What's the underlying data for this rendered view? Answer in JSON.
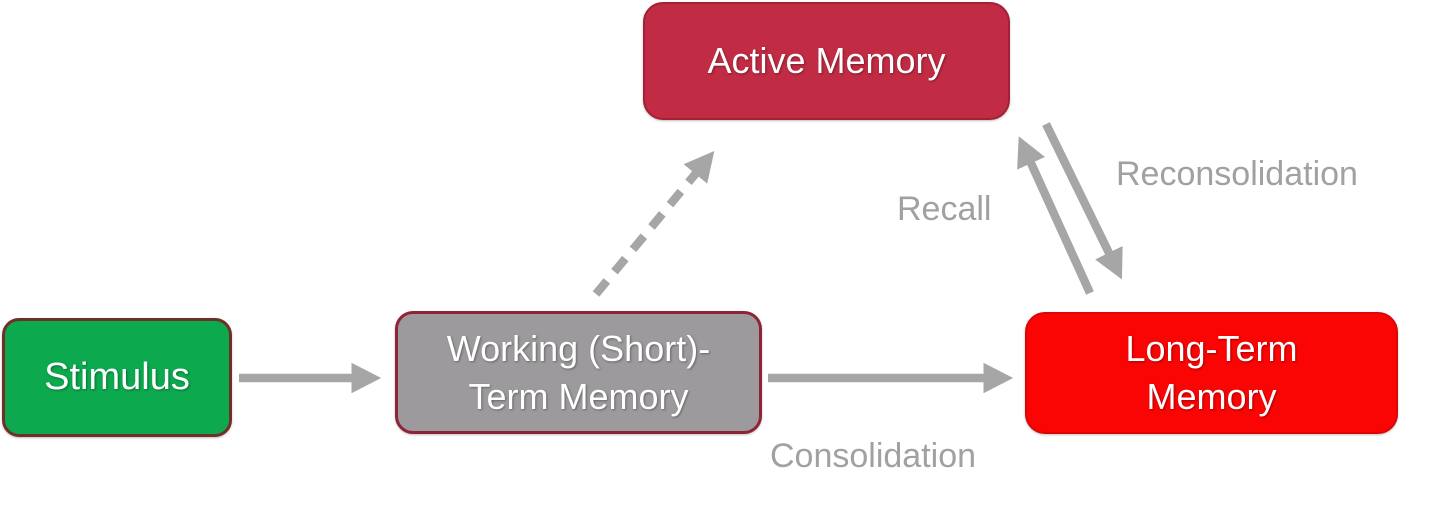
{
  "diagram": {
    "background": "#ffffff",
    "arrow_color": "#a6a6a6",
    "label_color": "#a1a1a1",
    "nodes": {
      "active_memory": {
        "label": "Active Memory",
        "fill": "#c12b43",
        "border": "#a32038",
        "text_color": "#ffffff"
      },
      "stimulus": {
        "label": "Stimulus",
        "fill": "#0ca94e",
        "border": "#70302a",
        "text_color": "#ffffff"
      },
      "working_memory": {
        "label_line1": "Working (Short)-",
        "label_line2": "Term Memory",
        "fill": "#9c9a9c",
        "border": "#8e2537",
        "text_color": "#ffffff"
      },
      "long_term_memory": {
        "label_line1": "Long-Term",
        "label_line2": "Memory",
        "fill": "#fb0404",
        "border": "#dd0606",
        "text_color": "#ffffff"
      }
    },
    "edges": {
      "stimulus_to_working": {
        "style": "solid",
        "label": ""
      },
      "working_to_long_term": {
        "style": "solid",
        "label": "Consolidation"
      },
      "working_to_active": {
        "style": "dashed",
        "label": ""
      },
      "long_term_to_active": {
        "style": "solid",
        "label": "Recall"
      },
      "active_to_long_term": {
        "style": "solid",
        "label": "Reconsolidation"
      }
    }
  }
}
